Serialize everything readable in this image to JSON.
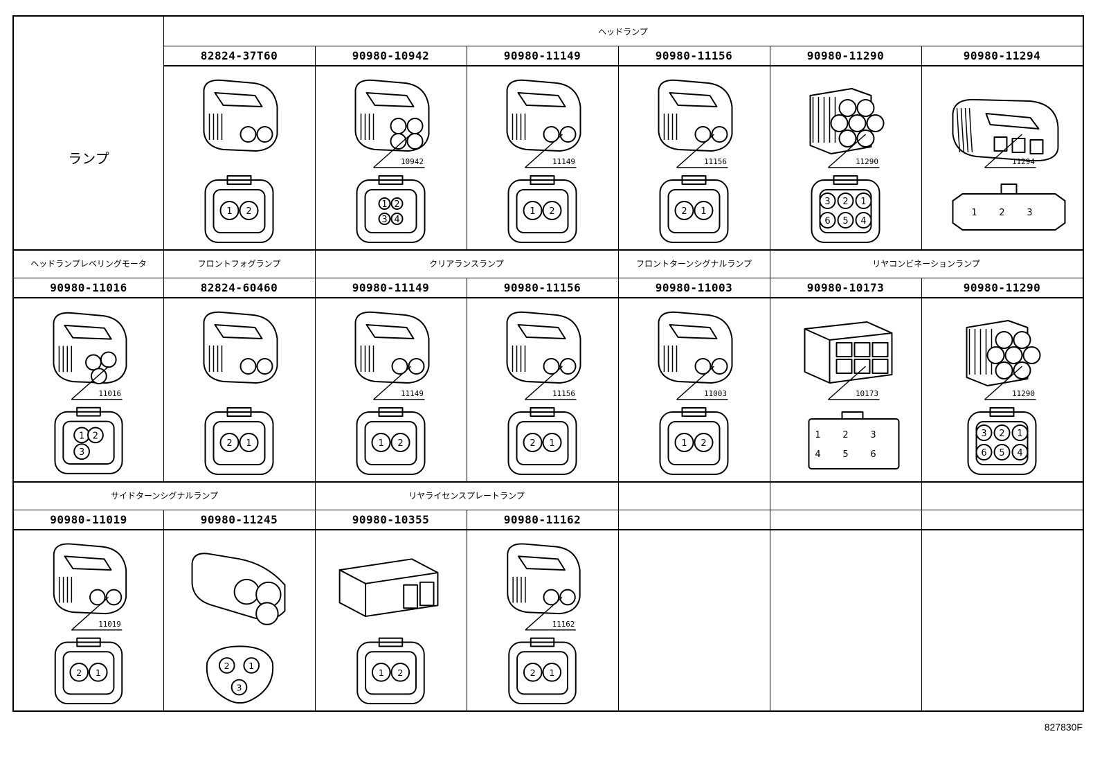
{
  "side_label": "ランプ",
  "groups": [
    {
      "id": "g1",
      "label": "ヘッドランプ"
    },
    {
      "id": "g2",
      "label": "ヘッドランプレベリングモータ"
    },
    {
      "id": "g3",
      "label": "フロントフォグランプ"
    },
    {
      "id": "g4",
      "label": "クリアランスランプ"
    },
    {
      "id": "g5",
      "label": "フロントターンシグナルランプ"
    },
    {
      "id": "g6",
      "label": "リヤコンビネーションランプ"
    },
    {
      "id": "g7",
      "label": "サイドターンシグナルランプ"
    },
    {
      "id": "g8",
      "label": "リヤライセンスプレートランプ"
    }
  ],
  "parts": [
    {
      "number": "82824-37T60",
      "callout": "",
      "pins": [
        "1",
        "2"
      ]
    },
    {
      "number": "90980-10942",
      "callout": "10942",
      "pins": [
        "1",
        "2",
        "3",
        "4"
      ]
    },
    {
      "number": "90980-11149",
      "callout": "11149",
      "pins": [
        "1",
        "2"
      ]
    },
    {
      "number": "90980-11156",
      "callout": "11156",
      "pins": [
        "2",
        "1"
      ]
    },
    {
      "number": "90980-11290",
      "callout": "11290",
      "pins": [
        "3",
        "2",
        "1",
        "6",
        "5",
        "4"
      ]
    },
    {
      "number": "90980-11294",
      "callout": "11294",
      "pins": [
        "1",
        "2",
        "3"
      ]
    },
    {
      "number": "90980-11016",
      "callout": "11016",
      "pins": [
        "1",
        "2",
        "3"
      ]
    },
    {
      "number": "82824-60460",
      "callout": "",
      "pins": [
        "2",
        "1"
      ]
    },
    {
      "number": "90980-11149",
      "callout": "11149",
      "pins": [
        "1",
        "2"
      ]
    },
    {
      "number": "90980-11156",
      "callout": "11156",
      "pins": [
        "2",
        "1"
      ]
    },
    {
      "number": "90980-11003",
      "callout": "11003",
      "pins": [
        "1",
        "2"
      ]
    },
    {
      "number": "90980-10173",
      "callout": "10173",
      "pins": [
        "1",
        "2",
        "3",
        "4",
        "5",
        "6"
      ]
    },
    {
      "number": "90980-11290",
      "callout": "11290",
      "pins": [
        "3",
        "2",
        "1",
        "6",
        "5",
        "4"
      ]
    },
    {
      "number": "90980-11019",
      "callout": "11019",
      "pins": [
        "2",
        "1"
      ]
    },
    {
      "number": "90980-11245",
      "callout": "",
      "pins": [
        "2",
        "1",
        "3"
      ]
    },
    {
      "number": "90980-10355",
      "callout": "",
      "pins": [
        "1",
        "2"
      ]
    },
    {
      "number": "90980-11162",
      "callout": "11162",
      "pins": [
        "2",
        "1"
      ]
    }
  ],
  "figure_id": "827830F"
}
